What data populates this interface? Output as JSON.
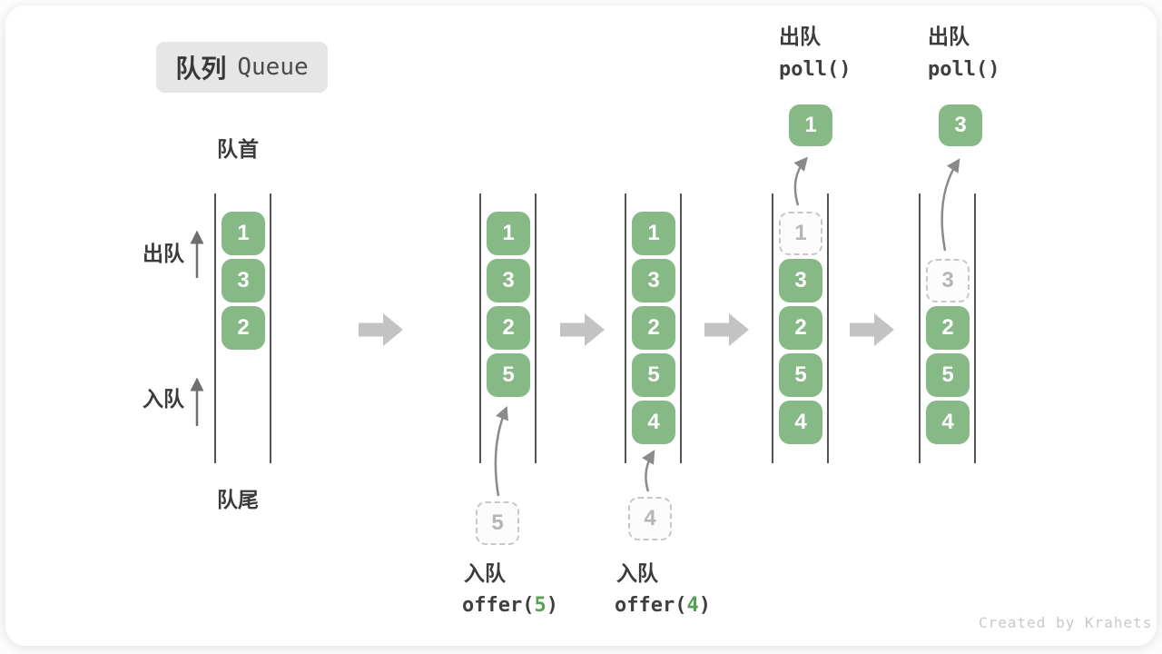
{
  "title": {
    "zh": "队列",
    "en": "Queue"
  },
  "labels": {
    "front": "队首",
    "rear": "队尾",
    "dequeue_side": "出队",
    "enqueue_side": "入队"
  },
  "watermark": "Created by Krahets",
  "colors": {
    "box_green": "#86b985",
    "code_arg_green": "#55a14f",
    "step_arrow_gray": "#c3c3c3",
    "channel_line": "#545454",
    "ghost_border": "#c7c7c7"
  },
  "columns": [
    {
      "cells": [
        {
          "value": "1"
        },
        {
          "value": "3"
        },
        {
          "value": "2"
        }
      ]
    },
    {
      "cells": [
        {
          "value": "1"
        },
        {
          "value": "3"
        },
        {
          "value": "2"
        },
        {
          "value": "5"
        }
      ],
      "incoming": {
        "value": "5"
      }
    },
    {
      "cells": [
        {
          "value": "1"
        },
        {
          "value": "3"
        },
        {
          "value": "2"
        },
        {
          "value": "5"
        },
        {
          "value": "4"
        }
      ],
      "incoming": {
        "value": "4"
      }
    },
    {
      "cells": [
        {
          "value": "1",
          "ghost": true
        },
        {
          "value": "3"
        },
        {
          "value": "2"
        },
        {
          "value": "5"
        },
        {
          "value": "4"
        }
      ],
      "outgoing": {
        "value": "1"
      }
    },
    {
      "cells": [
        {
          "value": "3",
          "ghost": true
        },
        {
          "value": "2"
        },
        {
          "value": "5"
        },
        {
          "value": "4"
        }
      ],
      "outgoing": {
        "value": "3"
      }
    }
  ],
  "operations": {
    "enqueue": [
      {
        "label": "入队",
        "fn": "offer(",
        "arg": "5",
        "close": ")"
      },
      {
        "label": "入队",
        "fn": "offer(",
        "arg": "4",
        "close": ")"
      }
    ],
    "dequeue": [
      {
        "label": "出队",
        "code": "poll()"
      },
      {
        "label": "出队",
        "code": "poll()"
      }
    ]
  }
}
